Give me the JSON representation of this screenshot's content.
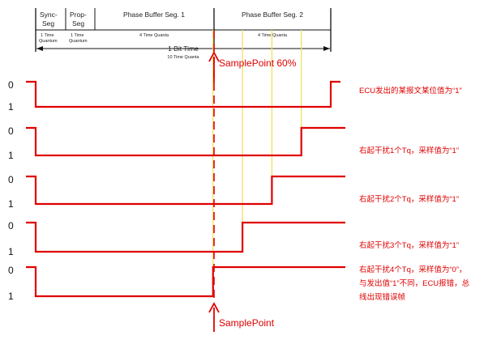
{
  "bit_timing_header": {
    "segments": [
      {
        "name_lines": [
          "Sync-",
          "Seg"
        ],
        "sub_lines": [
          "1 Time",
          "Quantum"
        ]
      },
      {
        "name_lines": [
          "Prop-",
          "Seg"
        ],
        "sub_lines": [
          "1 Time",
          "Quantum"
        ]
      },
      {
        "name_lines": [
          "Phase Buffer Seg. 1"
        ],
        "sub_lines": [
          "4 Time Quanta"
        ]
      },
      {
        "name_lines": [
          "Phase Buffer Seg. 2"
        ],
        "sub_lines": [
          "4 Time Quanta"
        ]
      }
    ],
    "bit_time_label": "1 Bit Time",
    "bit_time_sub": "10 Time Quanta"
  },
  "sample_point_top_label": "SamplePoint 60%",
  "sample_point_bottom_label": "SamplePoint",
  "level_labels": {
    "high": "0",
    "low": "1"
  },
  "waveforms": [
    {
      "note_lines": [
        "ECU发出的某报文某位值为“1”"
      ],
      "interference_tq": 0
    },
    {
      "note_lines": [
        "右起干扰1个Tq，采样值为“1”"
      ],
      "interference_tq": 1
    },
    {
      "note_lines": [
        "右起干扰2个Tq，采样值为“1”"
      ],
      "interference_tq": 2
    },
    {
      "note_lines": [
        "右起干扰3个Tq，采样值为“1”"
      ],
      "interference_tq": 3
    },
    {
      "note_lines": [
        "右起干扰4个Tq，采样值为“0”，",
        "与发出值“1”不同，ECU报错，总",
        "线出现错误帧"
      ],
      "interference_tq": 4
    }
  ],
  "colors": {
    "signal": "#e00000",
    "marker": "#e00000",
    "guide": "#f0e060",
    "header": "#111111"
  }
}
